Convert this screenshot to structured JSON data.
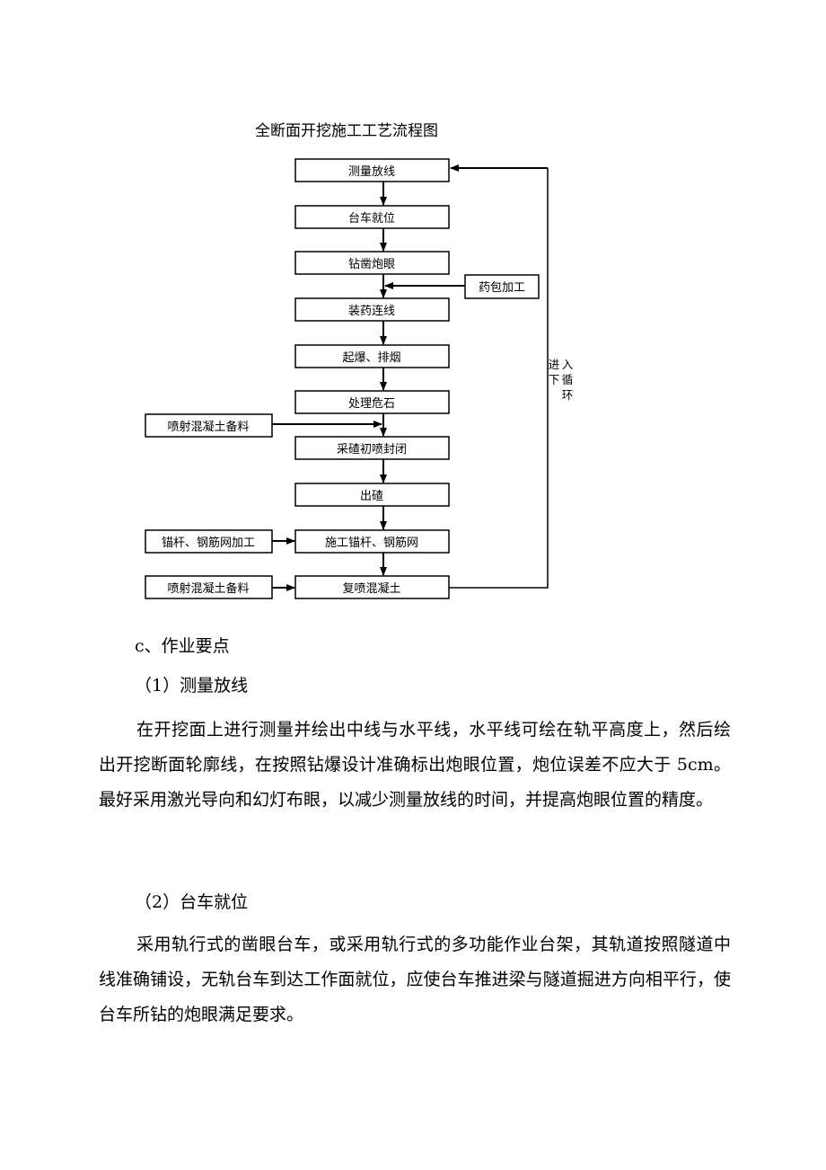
{
  "flowchart": {
    "title": "全断面开挖施工工艺流程图",
    "main_steps": [
      "测量放线",
      "台车就位",
      "钻凿炮眼",
      "装药连线",
      "起爆、排烟",
      "处理危石",
      "采碴初喷封闭",
      "出碴",
      "施工锚杆、钢筋网",
      "复喷混凝土"
    ],
    "side_inputs": {
      "charge_prep": "药包加工",
      "shotcrete_prep_1": "喷射混凝土备料",
      "anchor_mesh_prep": "锚杆、钢筋网加工",
      "shotcrete_prep_2": "喷射混凝土备料"
    },
    "loop_label": {
      "col1": [
        "进",
        "下"
      ],
      "col2": [
        "入",
        "循",
        "环"
      ]
    }
  },
  "body": {
    "section_heading": "c、作业要点",
    "sub1_heading": "（1）测量放线",
    "sub1_text": "在开挖面上进行测量并绘出中线与水平线，水平线可绘在轨平高度上，然后绘出开挖断面轮廓线，在按照钻爆设计准确标出炮眼位置，炮位误差不应大于 5cm。最好采用激光导向和幻灯布眼，以减少测量放线的时间，并提高炮眼位置的精度。",
    "sub2_heading": "（2）台车就位",
    "sub2_text": "采用轨行式的凿眼台车，或采用轨行式的多功能作业台架，其轨道按照隧道中线准确铺设，无轨台车到达工作面就位，应使台车推进梁与隧道掘进方向相平行，使台车所钻的炮眼满足要求。"
  }
}
